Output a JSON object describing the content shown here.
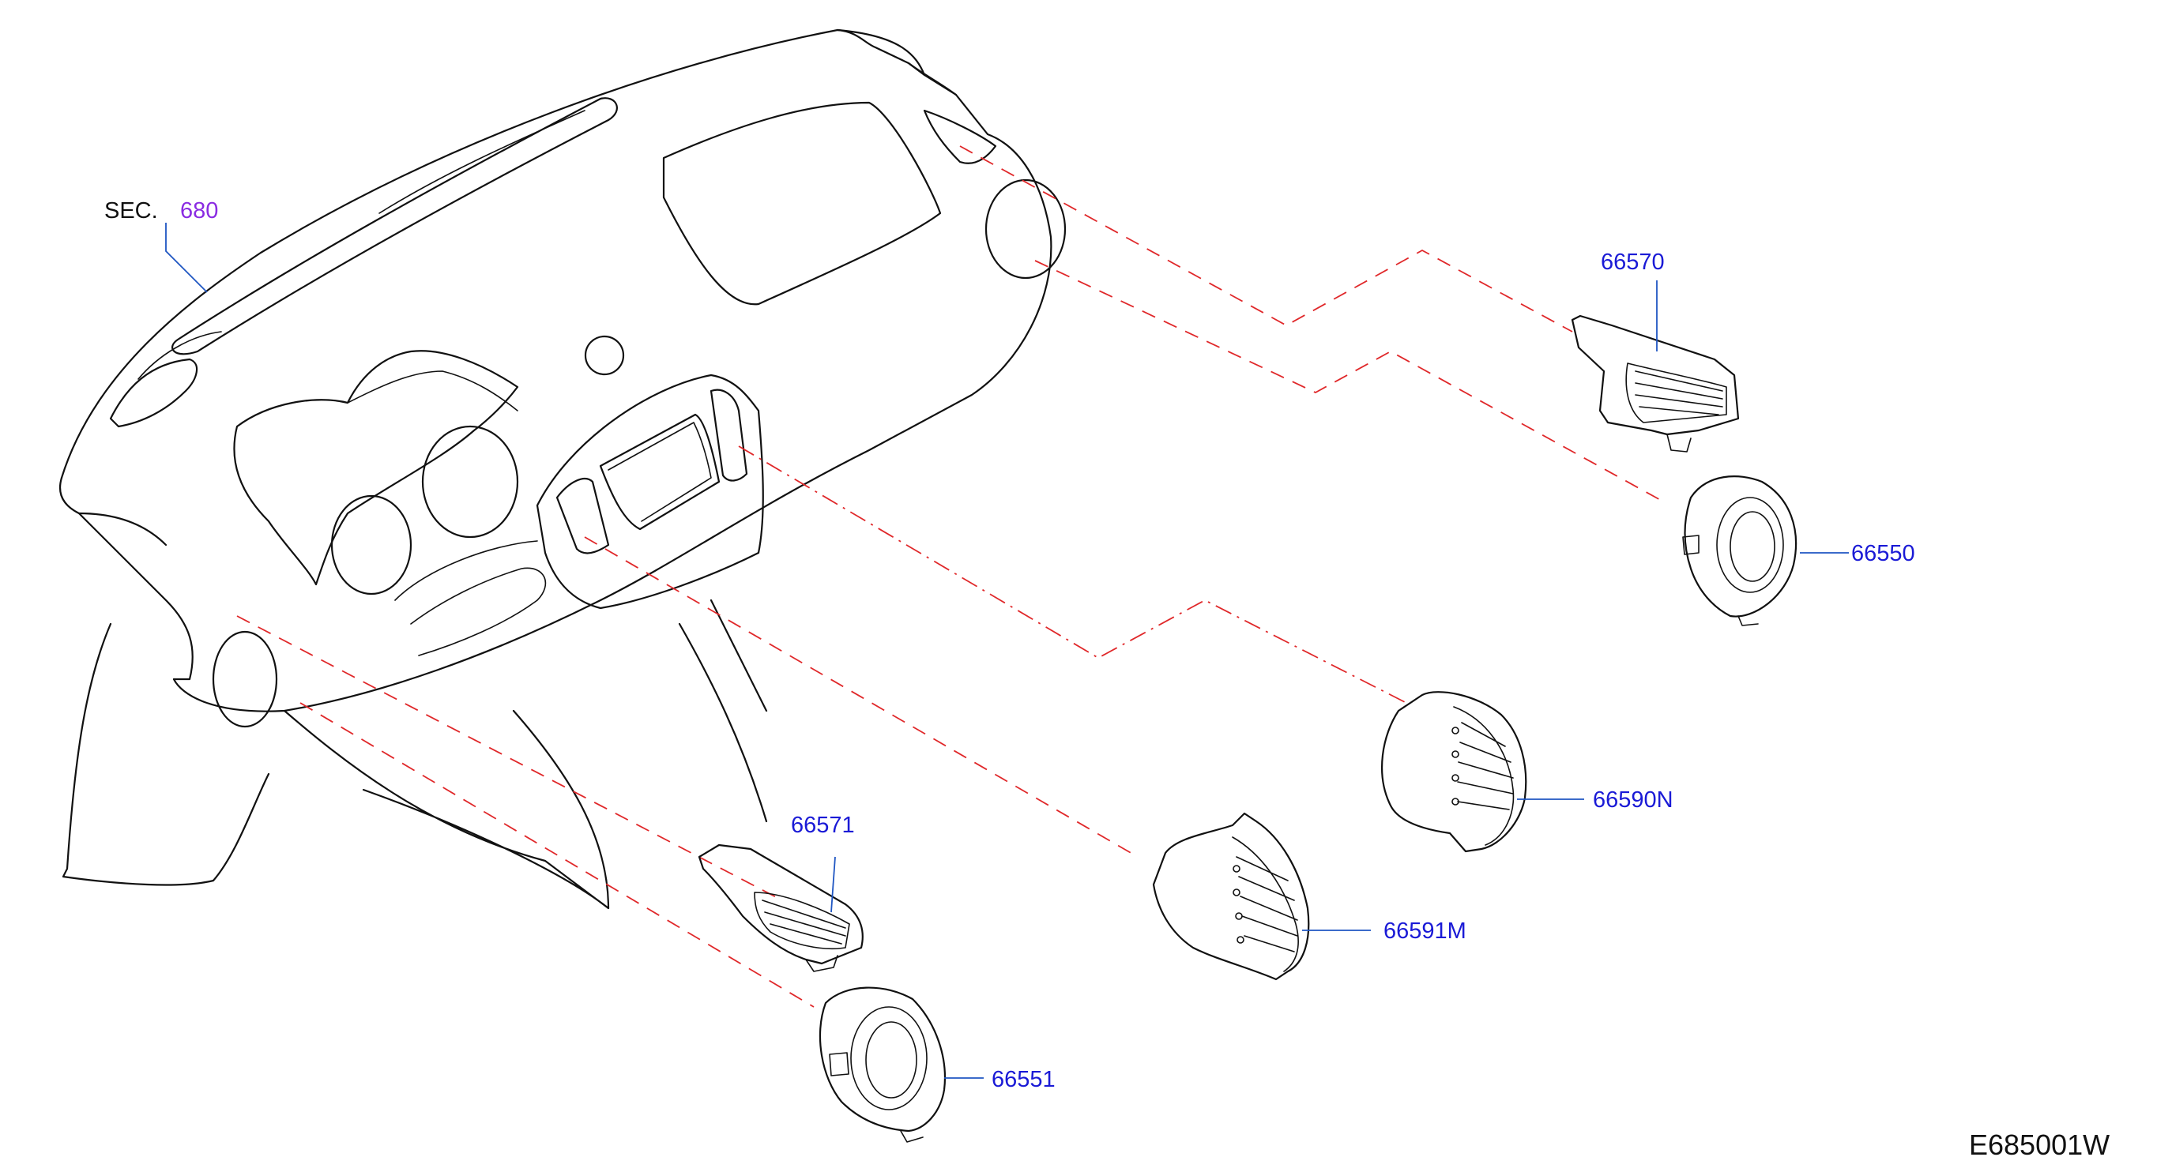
{
  "section_ref": {
    "prefix": "SEC.",
    "number": "680"
  },
  "parts": [
    {
      "id": "p66570",
      "number": "66570"
    },
    {
      "id": "p66550",
      "number": "66550"
    },
    {
      "id": "p66590N",
      "number": "66590N"
    },
    {
      "id": "p66591M",
      "number": "66591M"
    },
    {
      "id": "p66571",
      "number": "66571"
    },
    {
      "id": "p66551",
      "number": "66551"
    }
  ],
  "diagram_code": "E685001W",
  "colors": {
    "part_label": "#1a1ad6",
    "section_number": "#8a2be2",
    "leader_line": "#1f56c2",
    "guide_line": "#e0282a",
    "outline": "#111111"
  }
}
